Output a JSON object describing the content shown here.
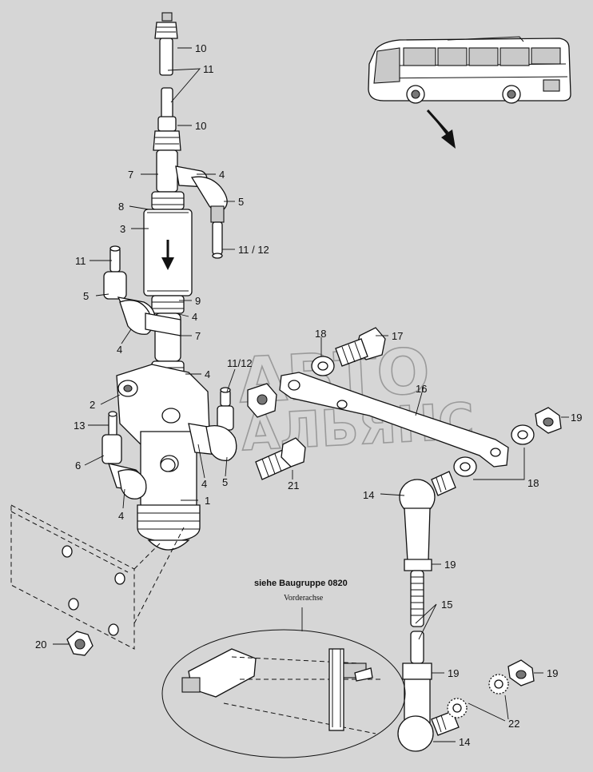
{
  "watermark": {
    "line1": "АВТО",
    "line2": "АЛЬЯНС"
  },
  "note": {
    "title": "siehe Baugruppe 0820",
    "subtitle": "Vorderachse"
  },
  "callouts": [
    {
      "id": "c10a",
      "label": "10"
    },
    {
      "id": "c11a",
      "label": "11"
    },
    {
      "id": "c10b",
      "label": "10"
    },
    {
      "id": "c7a",
      "label": "7"
    },
    {
      "id": "c4a",
      "label": "4"
    },
    {
      "id": "c5a",
      "label": "5"
    },
    {
      "id": "c8",
      "label": "8"
    },
    {
      "id": "c3",
      "label": "3"
    },
    {
      "id": "c1112a",
      "label": "11 / 12"
    },
    {
      "id": "c11b",
      "label": "11"
    },
    {
      "id": "c5b",
      "label": "5"
    },
    {
      "id": "c9",
      "label": "9"
    },
    {
      "id": "c4b",
      "label": "4"
    },
    {
      "id": "c4c",
      "label": "4"
    },
    {
      "id": "c7b",
      "label": "7"
    },
    {
      "id": "c18a",
      "label": "18"
    },
    {
      "id": "c17",
      "label": "17"
    },
    {
      "id": "c4d",
      "label": "4"
    },
    {
      "id": "c1112b",
      "label": "11/12"
    },
    {
      "id": "c2",
      "label": "2"
    },
    {
      "id": "c16",
      "label": "16"
    },
    {
      "id": "c19a",
      "label": "19"
    },
    {
      "id": "c13",
      "label": "13"
    },
    {
      "id": "c6",
      "label": "6"
    },
    {
      "id": "c4e",
      "label": "4"
    },
    {
      "id": "c5c",
      "label": "5"
    },
    {
      "id": "c21",
      "label": "21"
    },
    {
      "id": "c18b",
      "label": "18"
    },
    {
      "id": "c14a",
      "label": "14"
    },
    {
      "id": "c4f",
      "label": "4"
    },
    {
      "id": "c1",
      "label": "1"
    },
    {
      "id": "c19b",
      "label": "19"
    },
    {
      "id": "c15",
      "label": "15"
    },
    {
      "id": "c20",
      "label": "20"
    },
    {
      "id": "c19c",
      "label": "19"
    },
    {
      "id": "c19d",
      "label": "19"
    },
    {
      "id": "c22",
      "label": "22"
    },
    {
      "id": "c14b",
      "label": "14"
    }
  ]
}
